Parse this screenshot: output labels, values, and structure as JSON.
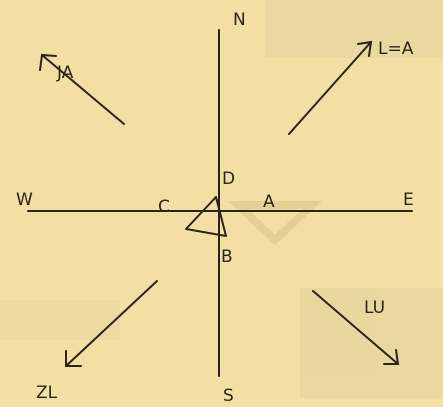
{
  "colors": {
    "paper": "#f3dfa4",
    "ink": "#2b2416",
    "bleed": "#e7d29a"
  },
  "compass": {
    "north": "N",
    "south": "S",
    "east": "E",
    "west": "W"
  },
  "triangle": {
    "vertex_top": "D",
    "vertex_bottom": "B",
    "label_left": "C",
    "label_right": "A"
  },
  "diagonals": {
    "northwest": "JA",
    "northeast": "L=A",
    "southwest": "ZL",
    "southeast": "LU"
  }
}
